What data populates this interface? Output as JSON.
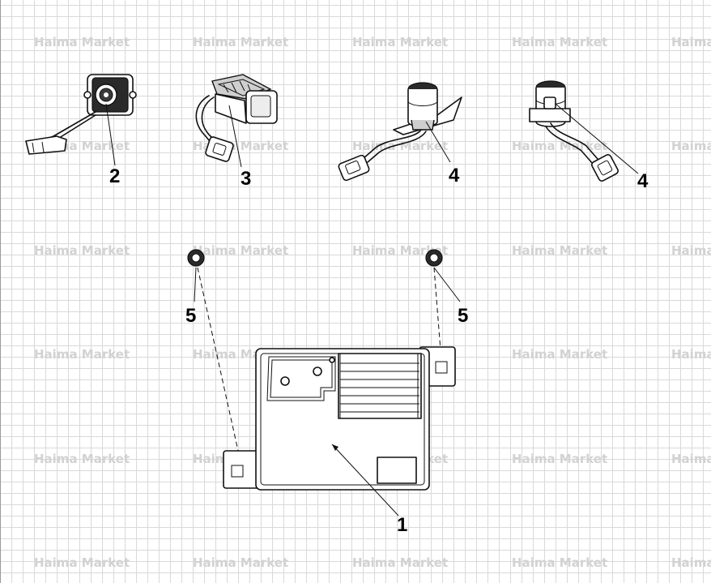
{
  "watermark": {
    "text": "Haima Market",
    "color": "#d2d2d2"
  },
  "callouts": {
    "control_module": "1",
    "camera_square": "2",
    "camera_bracket": "3",
    "camera_left": "4",
    "camera_right": "4",
    "nut_left": "5",
    "nut_right": "5"
  },
  "colors": {
    "grid": "#d9d9d9",
    "line": "#111111",
    "background": "#ffffff"
  }
}
